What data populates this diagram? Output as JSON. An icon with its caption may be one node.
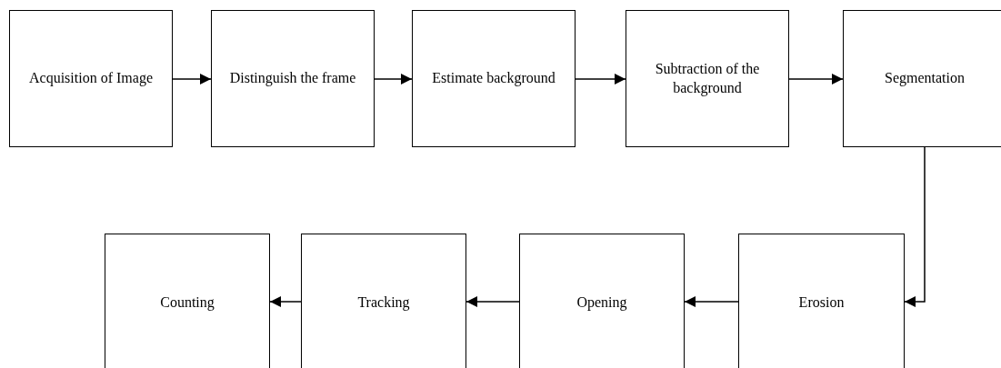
{
  "diagram": {
    "nodes": [
      {
        "text": [
          "Acquisition of Image"
        ]
      },
      {
        "text": [
          "Distinguish the frame"
        ]
      },
      {
        "text": [
          "Estimate background"
        ]
      },
      {
        "text": [
          "Subtraction of the background"
        ]
      },
      {
        "text": [
          "Segmentation"
        ]
      },
      {
        "text": [
          "Erosion"
        ]
      },
      {
        "text": [
          "Opening"
        ]
      },
      {
        "text": [
          "Tracking"
        ]
      },
      {
        "text": [
          "Counting"
        ]
      }
    ],
    "edges": [
      {
        "from": 0,
        "to": 1,
        "arrow": "to"
      },
      {
        "from": 1,
        "to": 2,
        "arrow": "to"
      },
      {
        "from": 2,
        "to": 3,
        "arrow": "to"
      },
      {
        "from": 3,
        "to": 4,
        "arrow": "to"
      },
      {
        "from": 4,
        "to": 5,
        "arrow": "to"
      },
      {
        "from": 5,
        "to": 6,
        "arrow": "to"
      },
      {
        "from": 6,
        "to": 7,
        "arrow": "to"
      },
      {
        "from": 7,
        "to": 8,
        "arrow": "to"
      }
    ]
  }
}
